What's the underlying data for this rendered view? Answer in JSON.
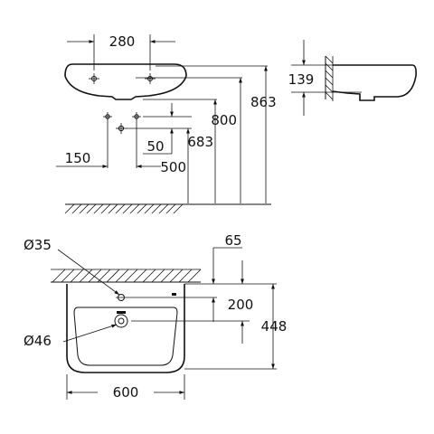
{
  "drawing": {
    "top_view": {
      "hole_spacing": "280",
      "height_863": "863",
      "height_800": "800",
      "height_683": "683",
      "height_500": "500",
      "offset_150": "150",
      "offset_50": "50"
    },
    "side_view": {
      "depth_139": "139"
    },
    "front_view": {
      "tap_hole_diameter": "Ø35",
      "waste_diameter": "Ø46",
      "offset_65": "65",
      "depth_200": "200",
      "depth_448": "448",
      "width_600": "600"
    }
  }
}
